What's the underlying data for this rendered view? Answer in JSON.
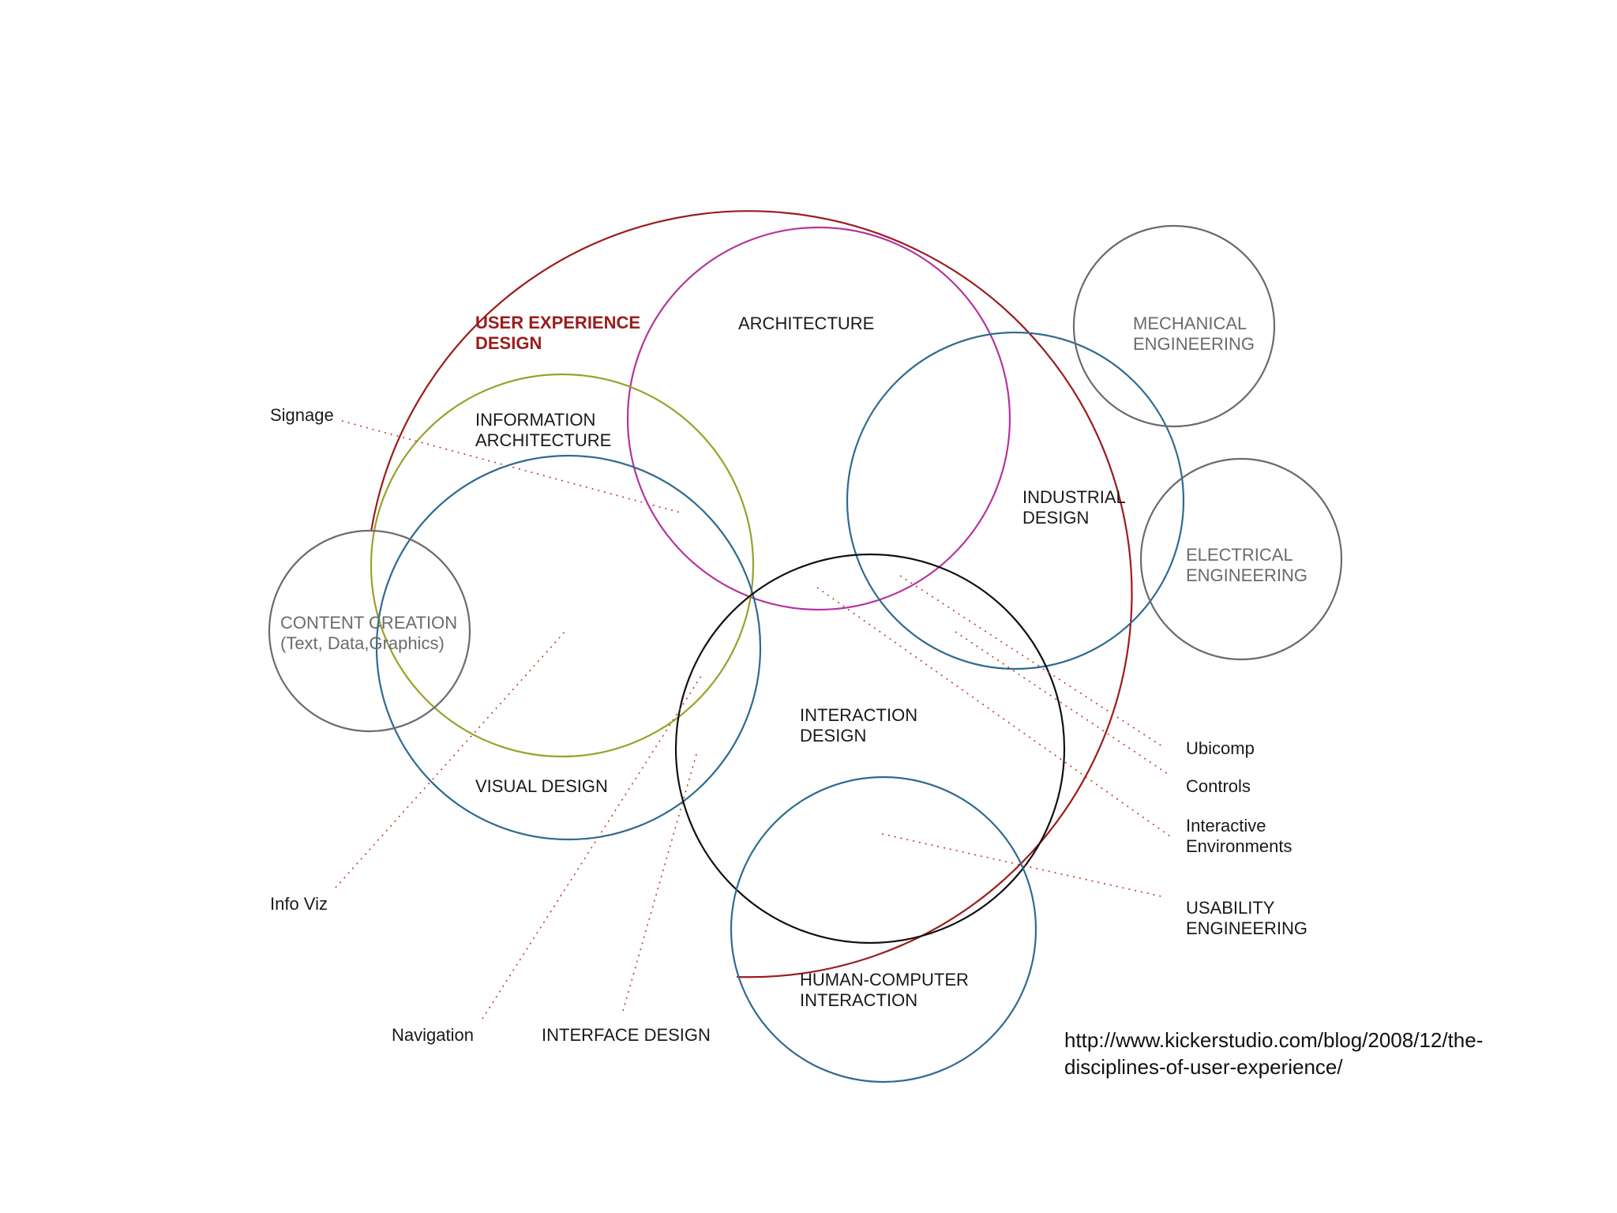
{
  "diagram": {
    "title": [
      "USER EXPERIENCE",
      "DESIGN"
    ],
    "circles": {
      "user_experience": {
        "color": "#9b1c1c"
      },
      "architecture": {
        "lines": [
          "ARCHITECTURE"
        ],
        "color": "#b5349e"
      },
      "information_architecture": {
        "lines": [
          "INFORMATION",
          "ARCHITECTURE"
        ],
        "color": "#9aa12a"
      },
      "visual_design": {
        "lines": [
          "VISUAL DESIGN"
        ],
        "color": "#2f6b8f"
      },
      "content_creation": {
        "lines": [
          "CONTENT CREATION",
          "(Text, Data,Graphics)"
        ],
        "color": "#6b6b6b"
      },
      "industrial_design": {
        "lines": [
          "INDUSTRIAL",
          "DESIGN"
        ],
        "color": "#2f6b8f"
      },
      "mechanical_engineering": {
        "lines": [
          "MECHANICAL",
          "ENGINEERING"
        ],
        "color": "#6b6b6b"
      },
      "electrical_engineering": {
        "lines": [
          "ELECTRICAL",
          "ENGINEERING"
        ],
        "color": "#6b6b6b"
      },
      "interaction_design": {
        "lines": [
          "INTERACTION",
          "DESIGN"
        ],
        "color": "#111111"
      },
      "human_computer_interaction": {
        "lines": [
          "HUMAN-COMPUTER",
          "INTERACTION"
        ],
        "color": "#2f6b8f"
      }
    },
    "callouts": {
      "signage": [
        "Signage"
      ],
      "info_viz": [
        "Info Viz"
      ],
      "navigation": [
        "Navigation"
      ],
      "interface_design": [
        "INTERFACE DESIGN"
      ],
      "ubicomp": [
        "Ubicomp"
      ],
      "controls": [
        "Controls"
      ],
      "interactive_environments": [
        "Interactive",
        "Environments"
      ],
      "usability_engineering": [
        "USABILITY",
        "ENGINEERING"
      ]
    },
    "leader_color": "#c0392b"
  },
  "source": {
    "url_lines": [
      "http://www.kickerstudio.com/blog/2008/12/the-",
      "disciplines-of-user-experience/"
    ]
  }
}
